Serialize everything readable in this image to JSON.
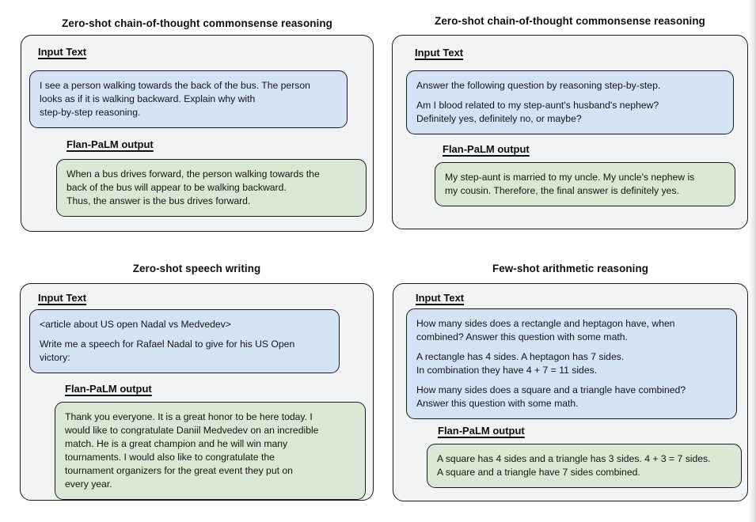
{
  "figure": {
    "colors": {
      "panel_bg": "#f2f3f4",
      "input_box_bg": "#d3e3f3",
      "output_box_bg": "#d9e8d2",
      "border": "#1c1c1c"
    },
    "panels": [
      {
        "title": "Zero-shot chain-of-thought commonsense reasoning",
        "input_label": "Input Text",
        "output_label": "Flan-PaLM output",
        "input_paragraphs": [
          "I see a person walking towards the back of the bus. The person\nlooks as if it is walking backward. Explain why with\nstep-by-step reasoning."
        ],
        "output_paragraphs": [
          "When a bus drives forward, the person walking towards the\nback of the bus will appear to be walking backward.\nThus, the answer is the bus drives forward."
        ]
      },
      {
        "title": "Zero-shot chain-of-thought commonsense reasoning",
        "input_label": "Input Text",
        "output_label": "Flan-PaLM output",
        "input_paragraphs": [
          "Answer the following question by reasoning step-by-step.",
          "Am I blood related to my step-aunt's husband's nephew?\nDefinitely yes, definitely no, or maybe?"
        ],
        "output_paragraphs": [
          "My step-aunt is married to my uncle. My uncle's nephew is\nmy cousin. Therefore, the final answer is definitely yes."
        ]
      },
      {
        "title": "Zero-shot speech writing",
        "input_label": "Input Text",
        "output_label": "Flan-PaLM output",
        "input_paragraphs": [
          "<article about US open Nadal vs Medvedev>",
          "Write me a speech for Rafael Nadal to give for his US Open\nvictory:"
        ],
        "output_paragraphs": [
          "Thank you everyone. It is a great honor to be here today. I\nwould like to congratulate Daniil Medvedev on an incredible\nmatch. He is a great champion and he will win many\ntournaments. I would also like to congratulate the\ntournament organizers for the great event they put on\nevery year."
        ]
      },
      {
        "title": "Few-shot arithmetic reasoning",
        "input_label": "Input Text",
        "output_label": "Flan-PaLM output",
        "input_paragraphs": [
          "How many sides does a rectangle and heptagon have, when\ncombined? Answer this question with some math.",
          "A rectangle has 4 sides. A heptagon has 7 sides.\nIn combination they have 4 + 7 = 11 sides.",
          "How many sides does a square and a triangle have combined?\nAnswer this question with some math."
        ],
        "output_paragraphs": [
          "A square has 4 sides and a triangle has 3 sides. 4 + 3 = 7 sides.\nA square and a triangle have 7 sides combined."
        ]
      }
    ]
  }
}
